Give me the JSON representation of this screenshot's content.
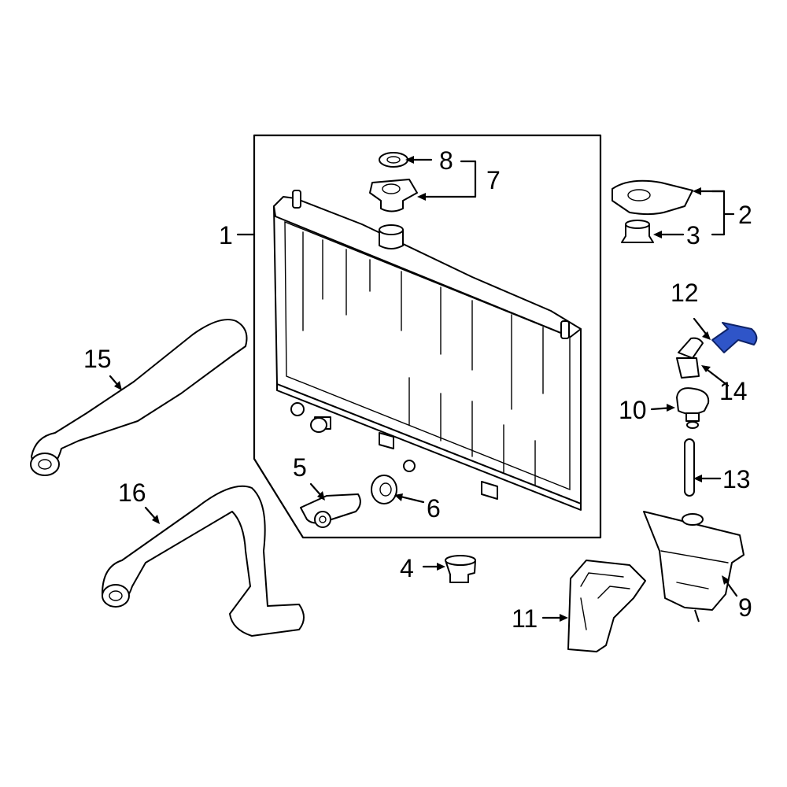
{
  "callouts": [
    {
      "id": "1",
      "text": "1"
    },
    {
      "id": "2",
      "text": "2"
    },
    {
      "id": "3",
      "text": "3"
    },
    {
      "id": "4",
      "text": "4"
    },
    {
      "id": "5",
      "text": "5"
    },
    {
      "id": "6",
      "text": "6"
    },
    {
      "id": "7",
      "text": "7"
    },
    {
      "id": "8",
      "text": "8"
    },
    {
      "id": "9",
      "text": "9"
    },
    {
      "id": "10",
      "text": "10"
    },
    {
      "id": "11",
      "text": "11"
    },
    {
      "id": "12",
      "text": "12"
    },
    {
      "id": "13",
      "text": "13"
    },
    {
      "id": "14",
      "text": "14"
    },
    {
      "id": "15",
      "text": "15"
    },
    {
      "id": "16",
      "text": "16"
    }
  ],
  "highlighted_part": "12",
  "colors": {
    "highlight": "#2f55c8",
    "line": "#000000",
    "background": "#ffffff"
  }
}
